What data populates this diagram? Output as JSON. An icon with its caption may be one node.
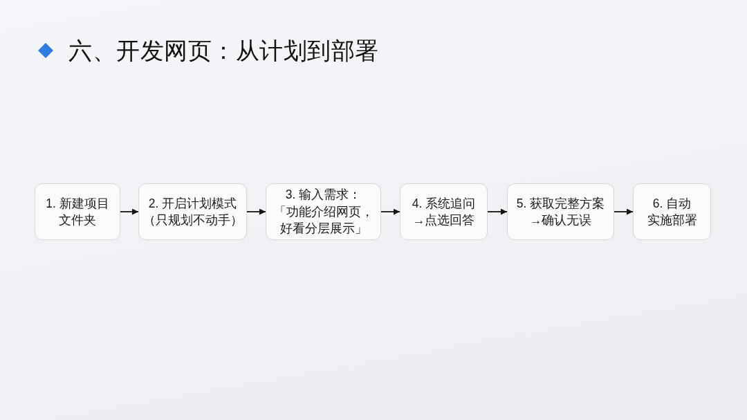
{
  "diagram": {
    "title": "六、开发网页：从计划到部署",
    "nodes": [
      {
        "text": [
          "1. 新建项目文件夹"
        ]
      },
      {
        "text": [
          "2. 开启计划模式（只规划不动手）"
        ]
      },
      {
        "text": [
          "3. 输入需求：",
          "「功能介绍网页，好看分层展示」"
        ]
      },
      {
        "text": [
          "4. 系统追问→点选回答"
        ]
      },
      {
        "text": [
          "5. 获取完整方案→确认无误"
        ]
      },
      {
        "text": [
          "6. 自动实施部署"
        ]
      }
    ],
    "edges": [
      {
        "from": 0,
        "to": 1,
        "arrow": "to"
      },
      {
        "from": 1,
        "to": 2,
        "arrow": "to"
      },
      {
        "from": 2,
        "to": 3,
        "arrow": "to"
      },
      {
        "from": 3,
        "to": 4,
        "arrow": "to"
      },
      {
        "from": 4,
        "to": 5,
        "arrow": "to"
      }
    ]
  }
}
